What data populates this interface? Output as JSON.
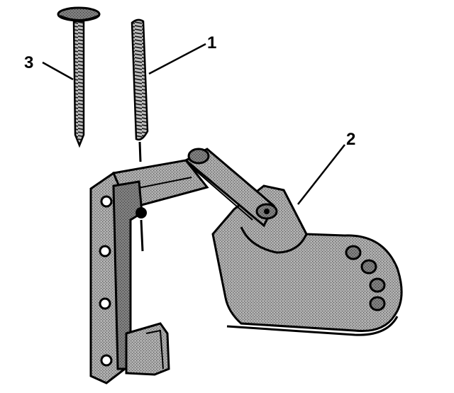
{
  "callouts": [
    {
      "id": "1",
      "label": "1"
    },
    {
      "id": "2",
      "label": "2"
    },
    {
      "id": "3",
      "label": "3"
    }
  ],
  "colors": {
    "ink": "#000000",
    "metal_fill": "#9a9a9a",
    "metal_dark": "#6d6d6d",
    "metal_light": "#c4c4c4",
    "background": "#ffffff"
  },
  "icons": {
    "screw_1": "threaded-stud-icon",
    "screw_3": "mushroom-head-bolt-icon",
    "bracket": "hinge-bracket-icon",
    "plate": "mounting-plate-icon"
  }
}
